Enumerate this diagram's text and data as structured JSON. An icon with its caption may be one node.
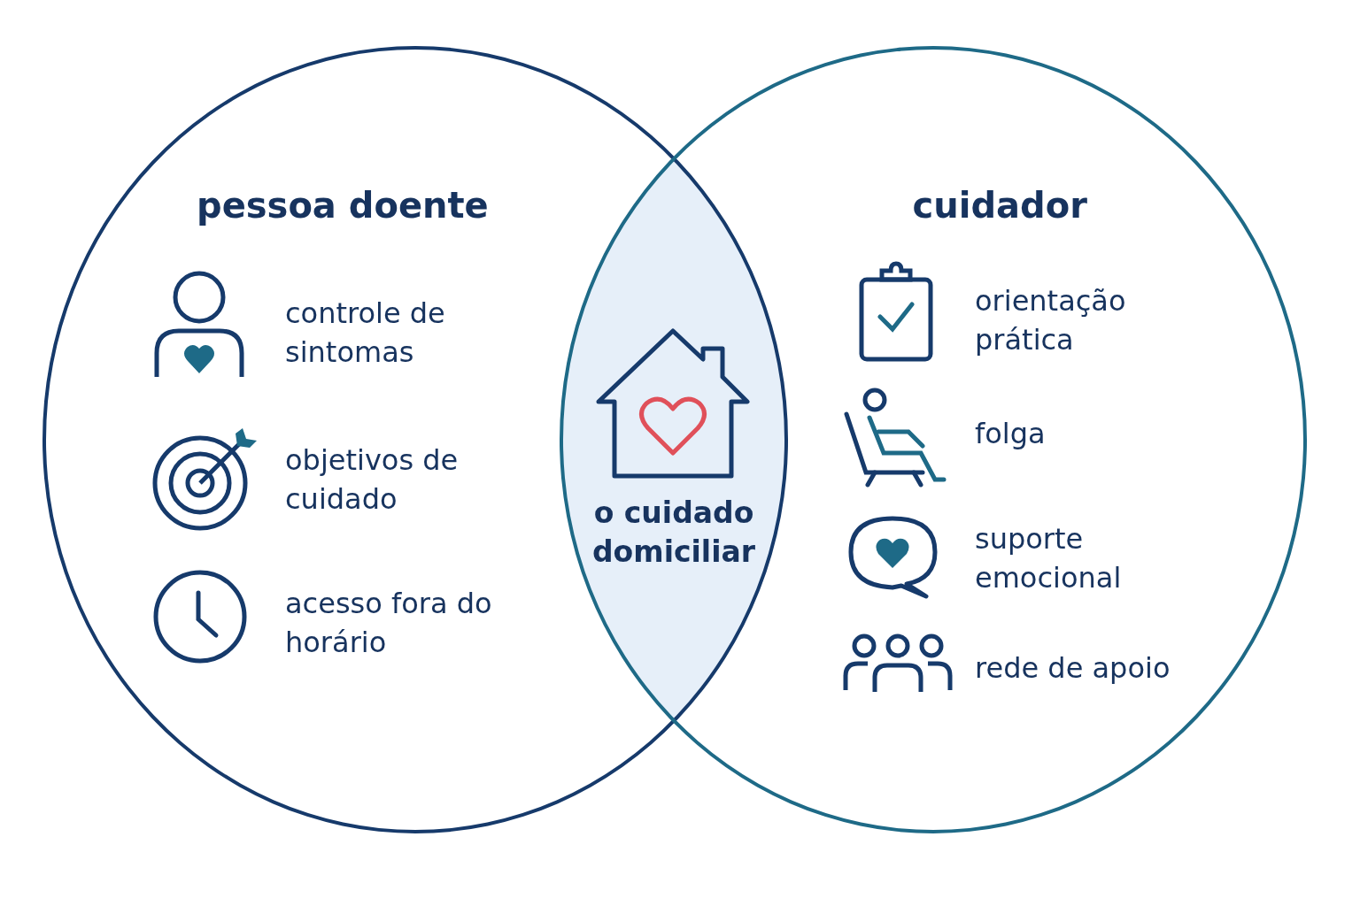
{
  "diagram": {
    "nodes": [
      {
        "text": [
          "pessoa doente"
        ]
      },
      {
        "text": [
          "controle de sintomas"
        ],
        "in": 0
      },
      {
        "text": [
          "objetivos de cuidado"
        ],
        "in": 0
      },
      {
        "text": [
          "acesso fora do horário"
        ],
        "in": 0
      },
      {
        "text": [
          "o cuidado domiciliar"
        ]
      },
      {
        "text": [
          "cuidador"
        ]
      },
      {
        "text": [
          "orientação prática"
        ],
        "in": 5
      },
      {
        "text": [
          "folga"
        ],
        "in": 5
      },
      {
        "text": [
          "suporte emocional"
        ],
        "in": 5
      },
      {
        "text": [
          "rede de apoio"
        ],
        "in": 5
      }
    ]
  }
}
